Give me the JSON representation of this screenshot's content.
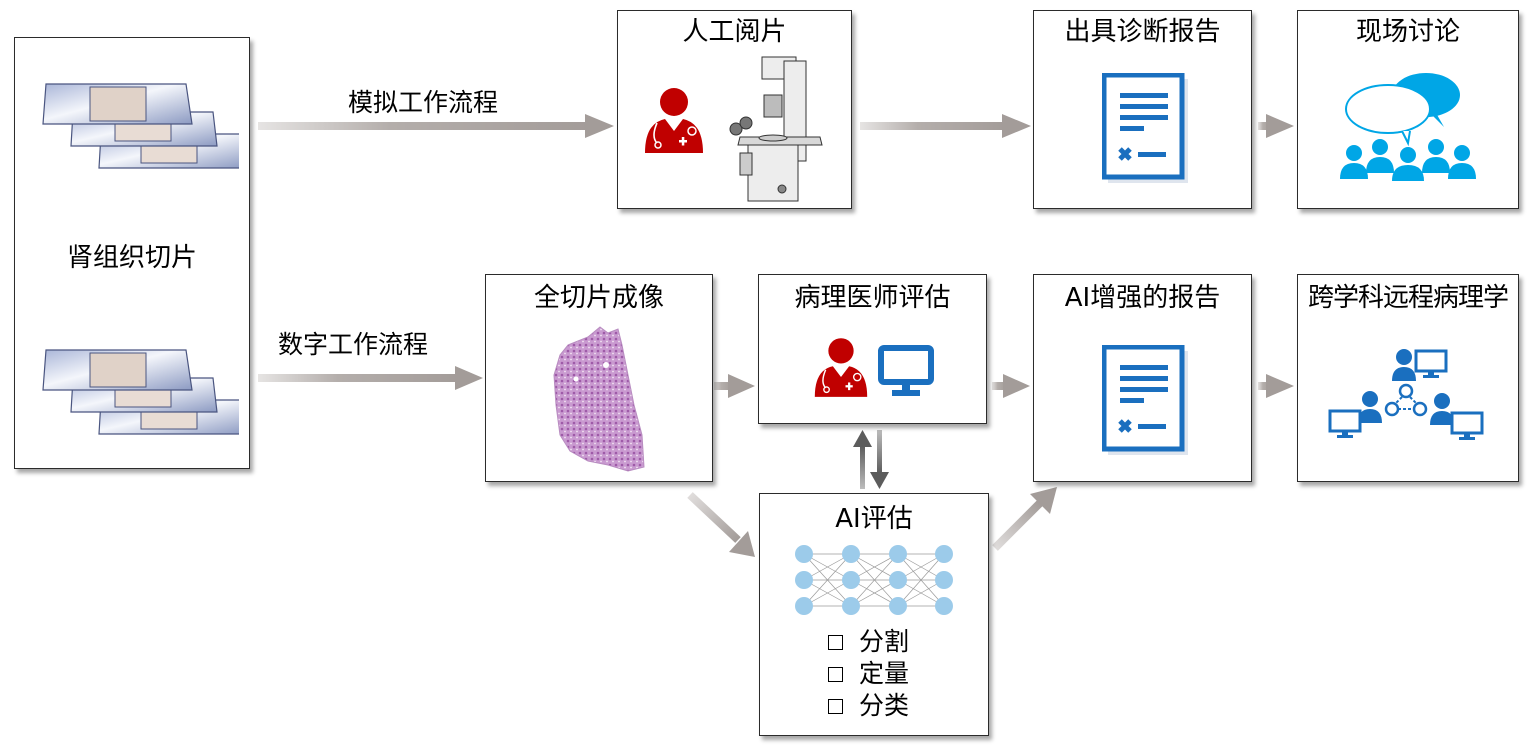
{
  "diagram": {
    "source_box": {
      "label": "肾组织切片"
    },
    "flows": {
      "analog": {
        "label": "模拟工作流程"
      },
      "digital": {
        "label": "数字工作流程"
      }
    },
    "analog_steps": [
      {
        "title": "人工阅片",
        "icon": "doctor-microscope-icon"
      },
      {
        "title": "出具诊断报告",
        "icon": "report-document-icon"
      },
      {
        "title": "现场讨论",
        "icon": "group-discussion-icon"
      }
    ],
    "digital_steps": [
      {
        "title": "全切片成像",
        "icon": "tissue-slide-image-icon"
      },
      {
        "title": "病理医师评估",
        "icon": "doctor-monitor-icon"
      },
      {
        "title": "AI增强的报告",
        "icon": "report-document-icon"
      },
      {
        "title": "跨学科远程病理学",
        "icon": "telepathology-network-icon"
      }
    ],
    "ai_box": {
      "title": "AI评估",
      "icon": "neural-network-icon",
      "tasks": [
        "分割",
        "定量",
        "分类"
      ]
    },
    "colors": {
      "doctor_red": "#c00000",
      "report_blue": "#1a6fbf",
      "discussion_cyan": "#00a6e6",
      "node_blue": "#9ccbea",
      "arrow_gray": "#a8a2a0",
      "tissue_purple": "#b57cc0"
    }
  }
}
